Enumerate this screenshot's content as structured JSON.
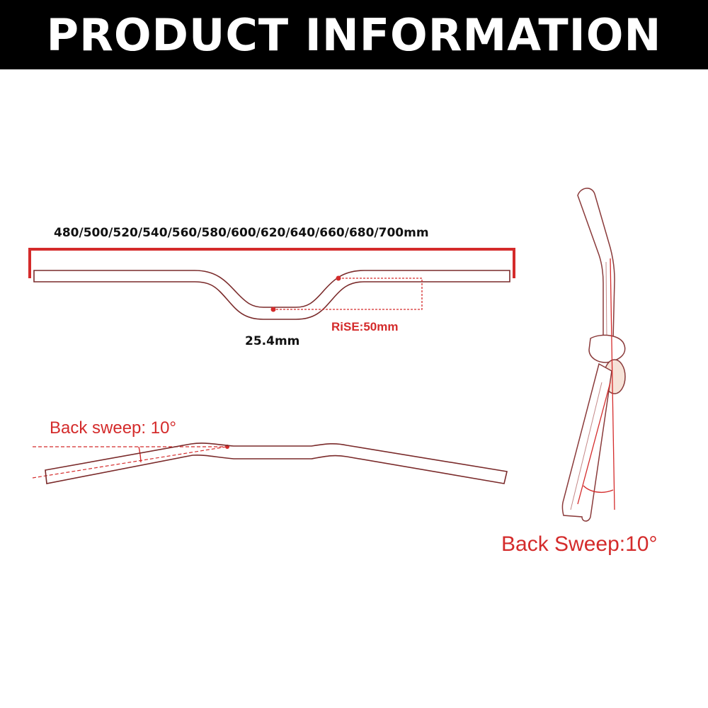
{
  "header": {
    "title": "PRODUCT INFORMATION"
  },
  "front_view": {
    "width_label": "480/500/520/540/560/580/600/620/640/660/680/700mm",
    "rise_label": "RiSE:50mm",
    "clamp_label": "25.4mm"
  },
  "top_view": {
    "sweep_label": "Back sweep: 10°"
  },
  "side_view": {
    "sweep_label": "Back Sweep:10°"
  },
  "colors": {
    "accent": "#d42b2b",
    "outline": "#8a2a2a",
    "header_bg": "#000000"
  }
}
